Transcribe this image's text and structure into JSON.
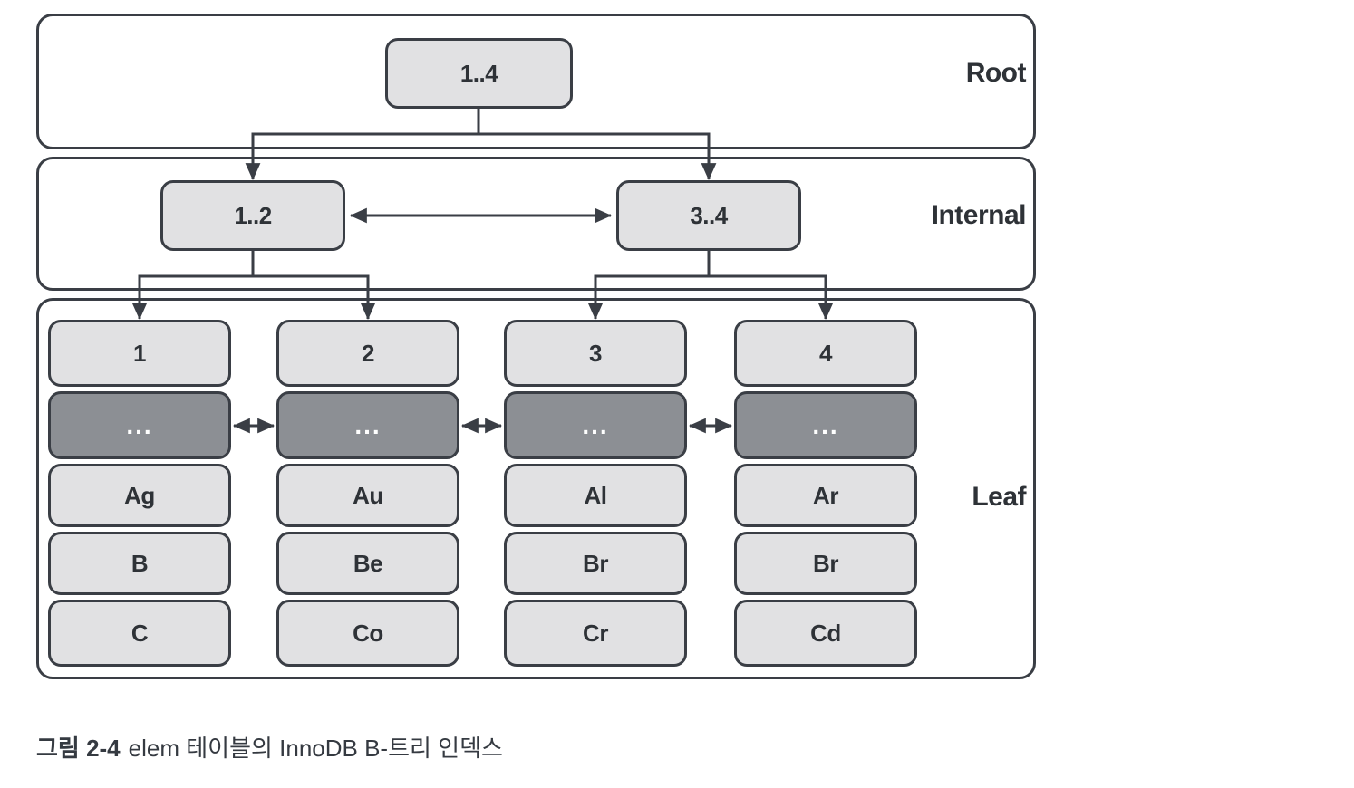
{
  "diagram": {
    "root": {
      "label": "Root",
      "node": "1..4"
    },
    "internal": {
      "label": "Internal",
      "nodes": [
        "1..2",
        "3..4"
      ]
    },
    "leaf": {
      "label": "Leaf",
      "columns": [
        {
          "cells": [
            "1",
            "...",
            "Ag",
            "B",
            "C"
          ]
        },
        {
          "cells": [
            "2",
            "...",
            "Au",
            "Be",
            "Co"
          ]
        },
        {
          "cells": [
            "3",
            "...",
            "Al",
            "Br",
            "Cr"
          ]
        },
        {
          "cells": [
            "4",
            "...",
            "Ar",
            "Br",
            "Cd"
          ]
        }
      ]
    }
  },
  "caption": {
    "figure_label": "그림 2-4",
    "text": "elem 테이블의 InnoDB B-트리 인덱스"
  },
  "colors": {
    "line": "#3a3e45",
    "box_fill": "#e1e1e3",
    "dark_box_fill": "#8c8f94",
    "text": "#2e3237",
    "background": "#ffffff"
  }
}
